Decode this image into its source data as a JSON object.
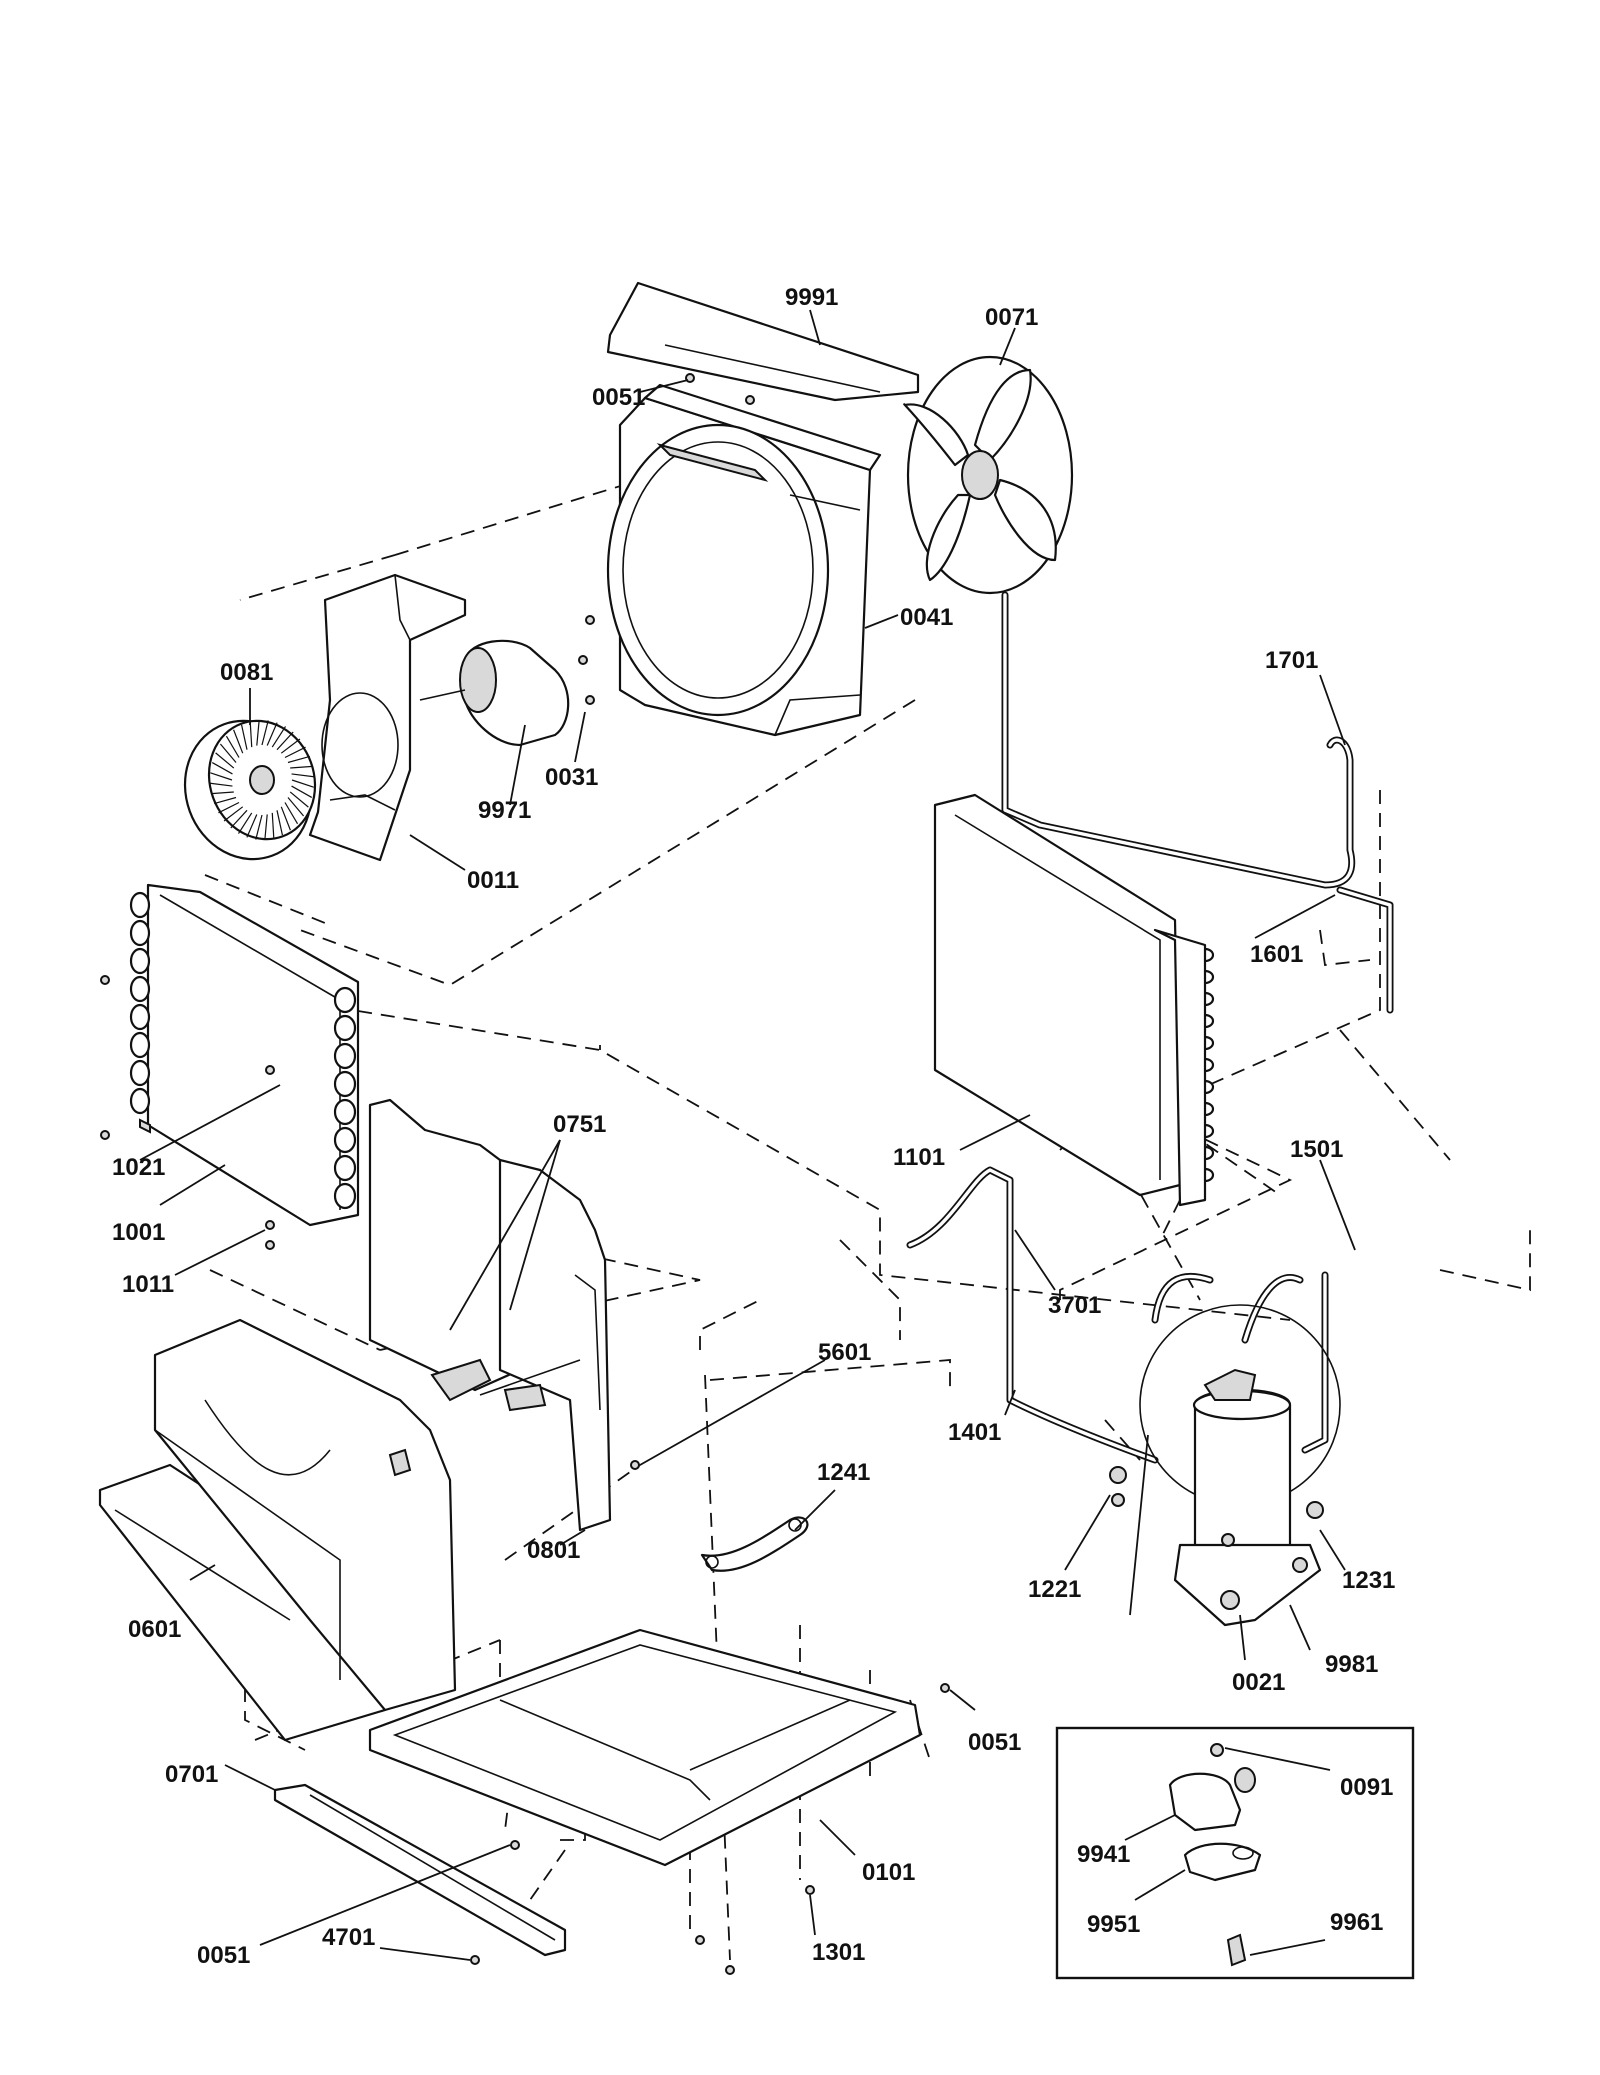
{
  "diagram": {
    "type": "exploded-parts-view",
    "labels": {
      "p9991": "9991",
      "p0071": "0071",
      "p0051_top": "0051",
      "p0041": "0041",
      "p0081": "0081",
      "p9971": "9971",
      "p0031": "0031",
      "p0011": "0011",
      "p1701": "1701",
      "p1601": "1601",
      "p1101": "1101",
      "p1501": "1501",
      "p0751": "0751",
      "p1021": "1021",
      "p1001": "1001",
      "p1011": "1011",
      "p3701": "3701",
      "p5601": "5601",
      "p1401": "1401",
      "p1241": "1241",
      "p0801": "0801",
      "p1221": "1221",
      "p1231": "1231",
      "p0601": "0601",
      "p0021": "0021",
      "p9981": "9981",
      "p0051_right": "0051",
      "p0091": "0091",
      "p0701": "0701",
      "p0101": "0101",
      "p9941": "9941",
      "p9951": "9951",
      "p9961": "9961",
      "p0051_bottom": "0051",
      "p4701": "4701",
      "p1301": "1301"
    }
  }
}
